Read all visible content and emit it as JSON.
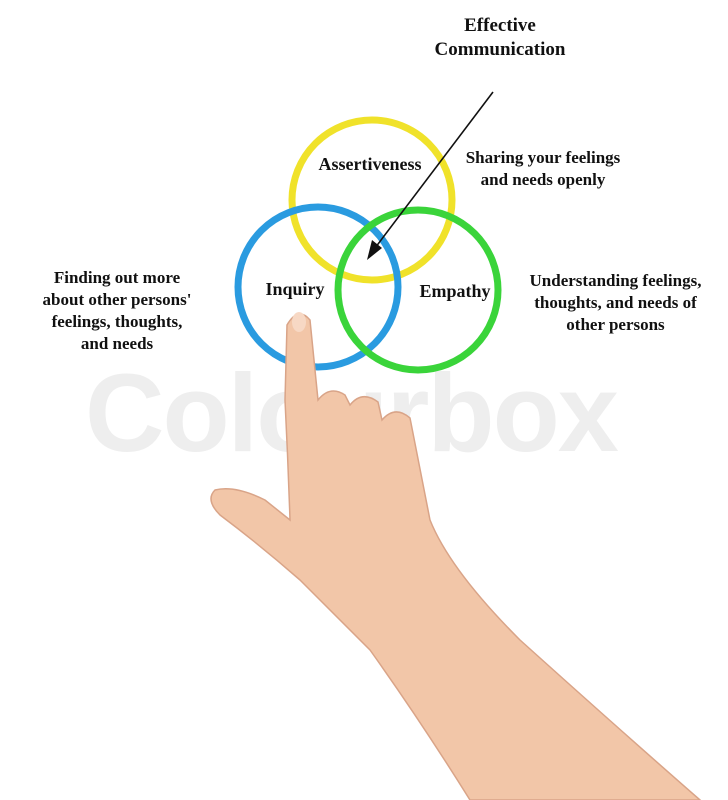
{
  "title": "Effective\nCommunication",
  "title_lines": [
    "Effective",
    "Communication"
  ],
  "circles": [
    {
      "label": "Assertiveness",
      "color": "#f0e22a",
      "description_lines": [
        "Sharing your feelings",
        "and needs openly"
      ]
    },
    {
      "label": "Inquiry",
      "color": "#2a9be0",
      "description_lines": [
        "Finding out more",
        "about other persons'",
        "feelings, thoughts,",
        "and needs"
      ]
    },
    {
      "label": "Empathy",
      "color": "#3ad43a",
      "description_lines": [
        "Understanding feelings,",
        "thoughts, and needs of",
        "other persons"
      ]
    }
  ],
  "watermark": "Colourbox",
  "colors": {
    "skin": "#f2c6a8",
    "text": "#111111"
  }
}
